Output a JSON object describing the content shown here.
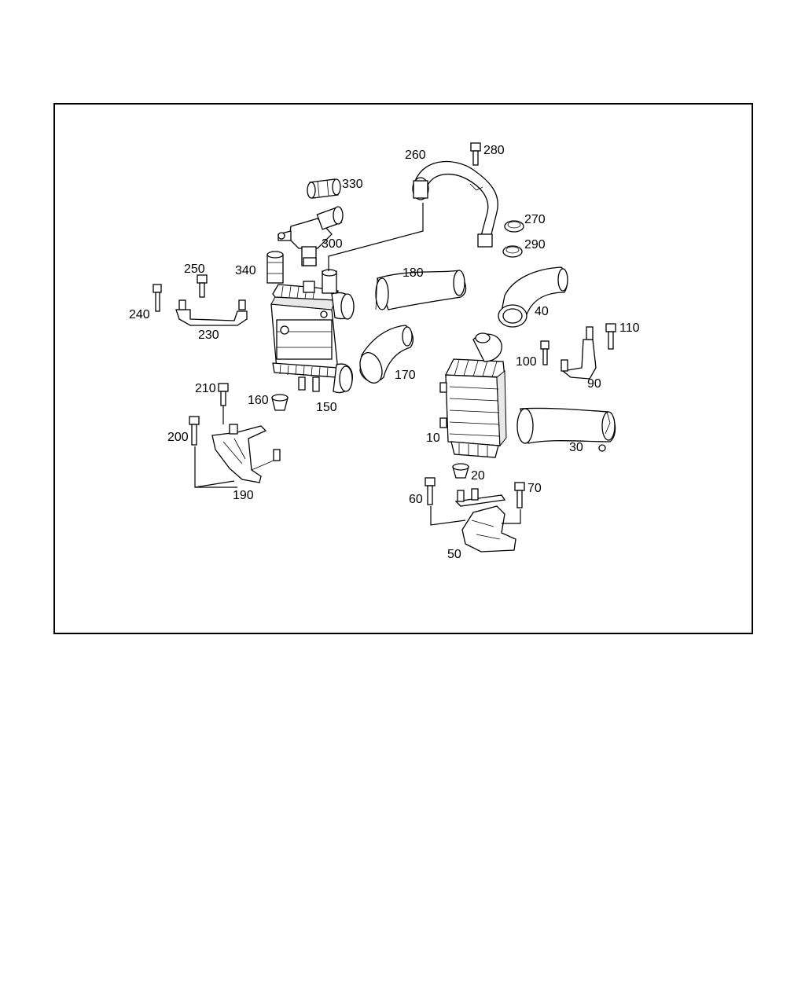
{
  "diagram": {
    "labels": {
      "p10": "10",
      "p20": "20",
      "p30": "30",
      "p40": "40",
      "p50": "50",
      "p60": "60",
      "p70": "70",
      "p90": "90",
      "p100": "100",
      "p110": "110",
      "p150": "150",
      "p160": "160",
      "p170": "170",
      "p180": "180",
      "p190": "190",
      "p200": "200",
      "p210": "210",
      "p230": "230",
      "p240": "240",
      "p250": "250",
      "p260": "260",
      "p270": "270",
      "p280": "280",
      "p290": "290",
      "p300": "300",
      "p330": "330",
      "p340": "340"
    }
  }
}
